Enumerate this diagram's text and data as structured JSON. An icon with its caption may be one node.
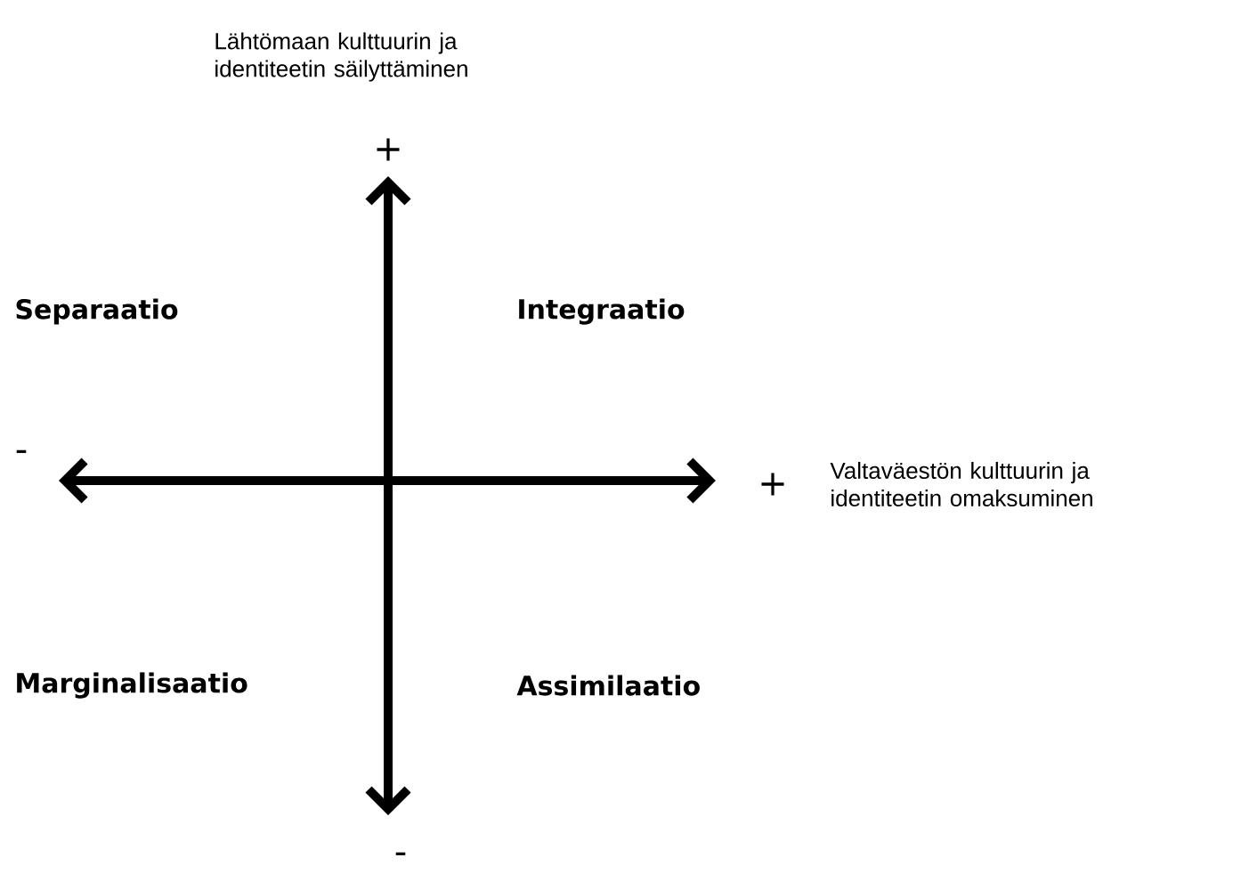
{
  "diagram": {
    "labels": [
      "Lähtömaan kulttuurin ja identiteetin säilyttäminen",
      "+",
      "Separaatio",
      "Integraatio",
      "-",
      "+",
      "Valtaväestön kulttuurin ja identiteetin omaksuminen",
      "Marginalisaatio",
      "Assimilaatio",
      "-"
    ]
  }
}
